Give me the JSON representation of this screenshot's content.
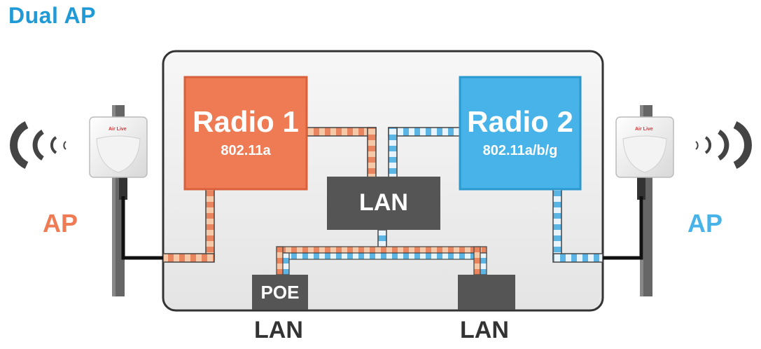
{
  "title": "Dual AP",
  "radio1": {
    "name": "Radio 1",
    "standard": "802.11a"
  },
  "radio2": {
    "name": "Radio 2",
    "standard": "802.11a/b/g"
  },
  "lan_switch": "LAN",
  "poe_port": "POE",
  "left_ap": {
    "label": "AP",
    "device_logo": "Air Live"
  },
  "right_ap": {
    "label": "AP",
    "device_logo": "Air Live"
  },
  "ports": {
    "left": "LAN",
    "right": "LAN"
  },
  "colors": {
    "title": "#1f9ad6",
    "radio1": "#ef7b55",
    "radio2": "#47b3e8",
    "lan": "#555555",
    "ap_left": "#ef7b55",
    "ap_right": "#47b3e8"
  },
  "icons": [
    "antenna-pole-icon",
    "access-point-icon",
    "wifi-waves-icon"
  ]
}
